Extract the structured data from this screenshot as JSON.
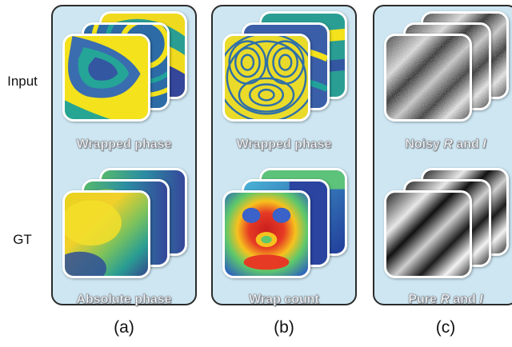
{
  "rows": {
    "input": "Input",
    "gt": "GT"
  },
  "panels": [
    {
      "label": "(a)",
      "input_caption": "Wrapped phase",
      "gt_caption": "Absolute phase"
    },
    {
      "label": "(b)",
      "input_caption": "Wrapped phase",
      "gt_caption": "Wrap count"
    },
    {
      "label": "(c)",
      "input_caption_pre": "Noisy ",
      "input_caption_r": "R",
      "input_caption_mid": " and ",
      "input_caption_i": "I",
      "gt_caption_pre": "Pure ",
      "gt_caption_r": "R",
      "gt_caption_mid": " and ",
      "gt_caption_i": "I"
    }
  ],
  "colors": {
    "panel_bg": "#cde6f2",
    "panel_border": "#2b2b2b",
    "viridis_dark": "#2d3f8c",
    "viridis_mid": "#21a39a",
    "viridis_light": "#f3e21c"
  }
}
